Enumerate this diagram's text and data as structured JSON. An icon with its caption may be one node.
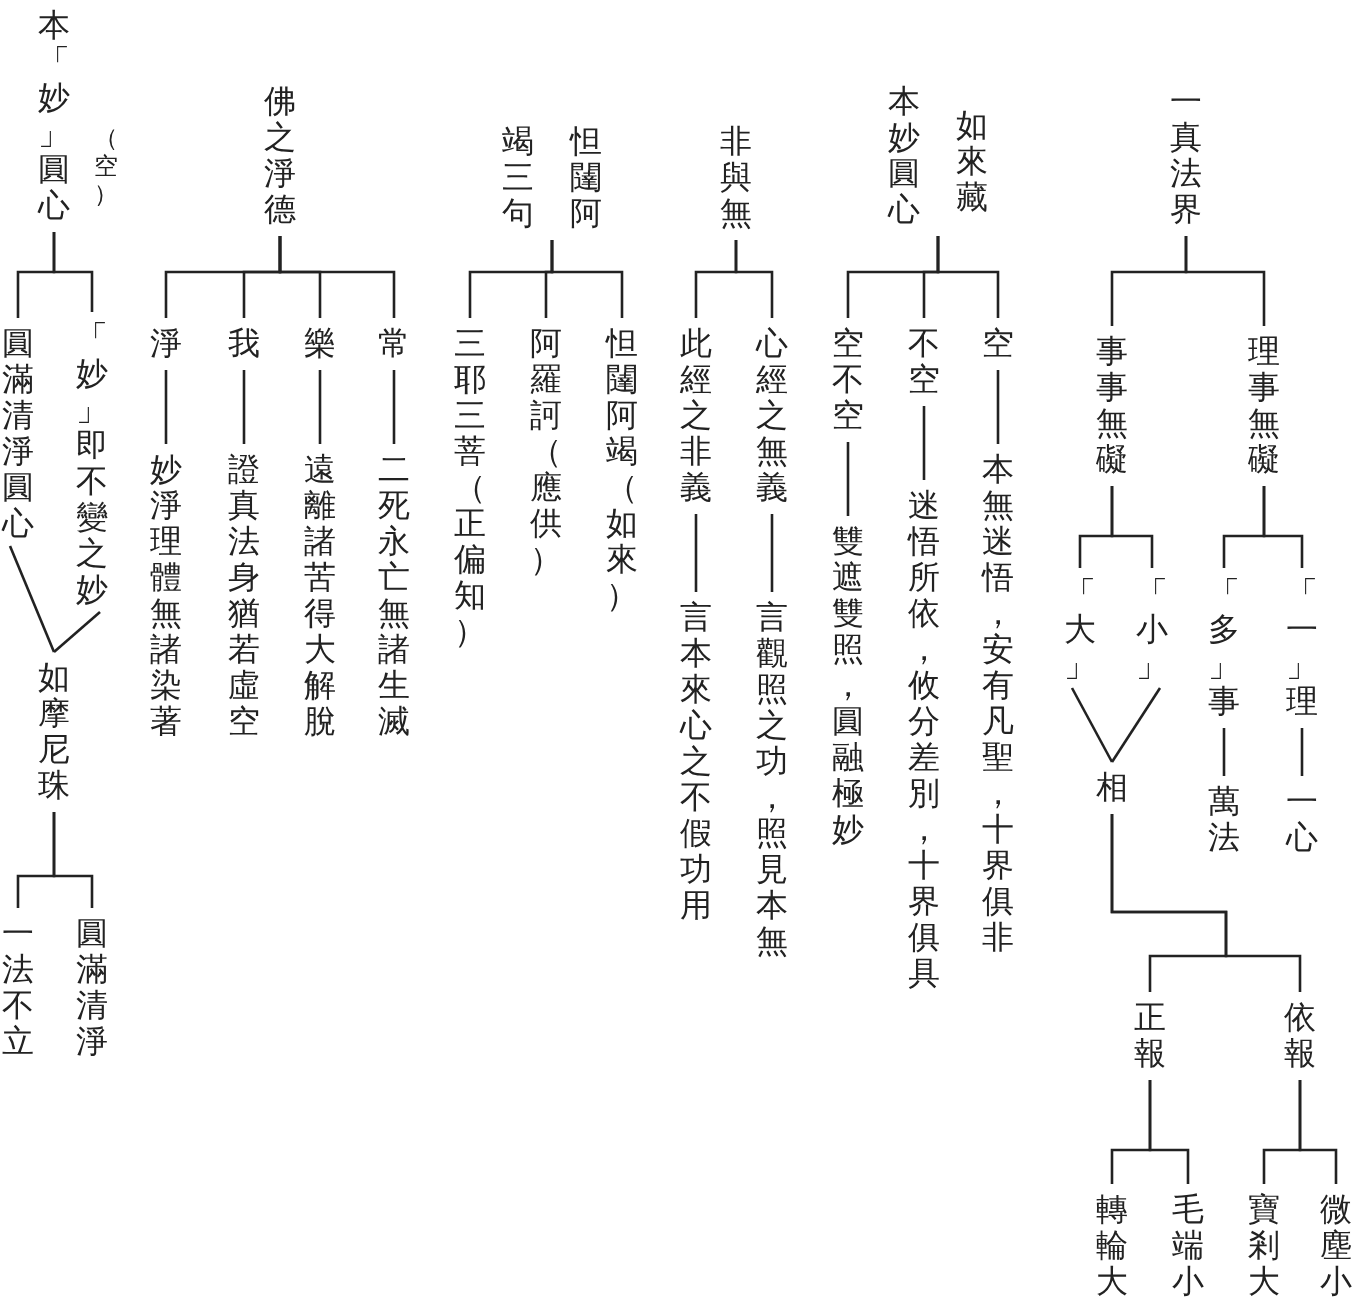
{
  "diagram": {
    "nodes": [
      {
        "text": [
          "一真法界"
        ]
      },
      {
        "text": [
          "事事無礙"
        ]
      },
      {
        "text": [
          "理事無礙"
        ]
      },
      {
        "text": [
          "「大」"
        ]
      },
      {
        "text": [
          "「小」"
        ]
      },
      {
        "text": [
          "相"
        ]
      },
      {
        "text": [
          "「多」事"
        ]
      },
      {
        "text": [
          "萬法"
        ]
      },
      {
        "text": [
          "「一」理"
        ]
      },
      {
        "text": [
          "一心"
        ]
      },
      {
        "text": [
          "正報"
        ]
      },
      {
        "text": [
          "依報"
        ]
      },
      {
        "text": [
          "轉輪大"
        ]
      },
      {
        "text": [
          "毛端小"
        ]
      },
      {
        "text": [
          "寶剎大"
        ]
      },
      {
        "text": [
          "微塵小"
        ]
      },
      {
        "text": [
          "本妙圓心",
          "如來藏"
        ]
      },
      {
        "text": [
          "空"
        ]
      },
      {
        "text": [
          "本無迷悟，安有凡聖，十界俱非"
        ]
      },
      {
        "text": [
          "不空"
        ]
      },
      {
        "text": [
          "迷悟所依，攸分差別，十界俱具"
        ]
      },
      {
        "text": [
          "空不空"
        ]
      },
      {
        "text": [
          "雙遮雙照，圓融極妙"
        ]
      },
      {
        "text": [
          "非與無"
        ]
      },
      {
        "text": [
          "心經之無義"
        ]
      },
      {
        "text": [
          "言觀照之功，照見本無"
        ]
      },
      {
        "text": [
          "此經之非義"
        ]
      },
      {
        "text": [
          "言本來心之不假功用"
        ]
      },
      {
        "text": [
          "竭三句",
          "怛闥阿"
        ]
      },
      {
        "text": [
          "怛闥阿竭（如來）"
        ]
      },
      {
        "text": [
          "阿羅訶（應供）"
        ]
      },
      {
        "text": [
          "三耶三菩（正偏知）"
        ]
      },
      {
        "text": [
          "佛之淨德"
        ]
      },
      {
        "text": [
          "常"
        ]
      },
      {
        "text": [
          "二死永亡無諸生滅"
        ]
      },
      {
        "text": [
          "樂"
        ]
      },
      {
        "text": [
          "遠離諸苦得大解脫"
        ]
      },
      {
        "text": [
          "我"
        ]
      },
      {
        "text": [
          "證真法身猶若虛空"
        ]
      },
      {
        "text": [
          "淨"
        ]
      },
      {
        "text": [
          "妙淨理體無諸染著"
        ]
      },
      {
        "text": [
          "本「妙」圓心"
        ],
        "beside": [
          "（空）"
        ]
      },
      {
        "text": [
          "圓滿清淨圓心"
        ]
      },
      {
        "text": [
          "「妙」即不變之妙"
        ]
      },
      {
        "text": [
          "如摩尼珠"
        ]
      },
      {
        "text": [
          "一法不立"
        ]
      },
      {
        "text": [
          "圓滿清淨"
        ]
      }
    ],
    "edges": [
      {
        "from": 0,
        "to": 1,
        "arrow": "none"
      },
      {
        "from": 0,
        "to": 2,
        "arrow": "none"
      },
      {
        "from": 1,
        "to": 3,
        "arrow": "none"
      },
      {
        "from": 1,
        "to": 4,
        "arrow": "none"
      },
      {
        "from": 2,
        "to": 6,
        "arrow": "none"
      },
      {
        "from": 2,
        "to": 8,
        "arrow": "none"
      },
      {
        "from": 3,
        "to": 5,
        "arrow": "none"
      },
      {
        "from": 4,
        "to": 5,
        "arrow": "none"
      },
      {
        "from": 6,
        "to": 7,
        "arrow": "none"
      },
      {
        "from": 8,
        "to": 9,
        "arrow": "none"
      },
      {
        "from": 5,
        "to": 10,
        "arrow": "none"
      },
      {
        "from": 5,
        "to": 11,
        "arrow": "none"
      },
      {
        "from": 10,
        "to": 12,
        "arrow": "none"
      },
      {
        "from": 10,
        "to": 13,
        "arrow": "none"
      },
      {
        "from": 11,
        "to": 14,
        "arrow": "none"
      },
      {
        "from": 11,
        "to": 15,
        "arrow": "none"
      },
      {
        "from": 16,
        "to": 17,
        "arrow": "none"
      },
      {
        "from": 16,
        "to": 19,
        "arrow": "none"
      },
      {
        "from": 16,
        "to": 21,
        "arrow": "none"
      },
      {
        "from": 17,
        "to": 18,
        "arrow": "none"
      },
      {
        "from": 19,
        "to": 20,
        "arrow": "none"
      },
      {
        "from": 21,
        "to": 22,
        "arrow": "none"
      },
      {
        "from": 23,
        "to": 24,
        "arrow": "none"
      },
      {
        "from": 23,
        "to": 26,
        "arrow": "none"
      },
      {
        "from": 24,
        "to": 25,
        "arrow": "none"
      },
      {
        "from": 26,
        "to": 27,
        "arrow": "none"
      },
      {
        "from": 28,
        "to": 29,
        "arrow": "none"
      },
      {
        "from": 28,
        "to": 30,
        "arrow": "none"
      },
      {
        "from": 28,
        "to": 31,
        "arrow": "none"
      },
      {
        "from": 32,
        "to": 33,
        "arrow": "none"
      },
      {
        "from": 32,
        "to": 35,
        "arrow": "none"
      },
      {
        "from": 32,
        "to": 37,
        "arrow": "none"
      },
      {
        "from": 32,
        "to": 39,
        "arrow": "none"
      },
      {
        "from": 33,
        "to": 34,
        "arrow": "none"
      },
      {
        "from": 35,
        "to": 36,
        "arrow": "none"
      },
      {
        "from": 37,
        "to": 38,
        "arrow": "none"
      },
      {
        "from": 39,
        "to": 40,
        "arrow": "none"
      },
      {
        "from": 41,
        "to": 42,
        "arrow": "none"
      },
      {
        "from": 41,
        "to": 43,
        "arrow": "none"
      },
      {
        "from": 42,
        "to": 44,
        "arrow": "none"
      },
      {
        "from": 43,
        "to": 44,
        "arrow": "none"
      },
      {
        "from": 44,
        "to": 45,
        "arrow": "none"
      },
      {
        "from": 44,
        "to": 46,
        "arrow": "none"
      }
    ]
  }
}
